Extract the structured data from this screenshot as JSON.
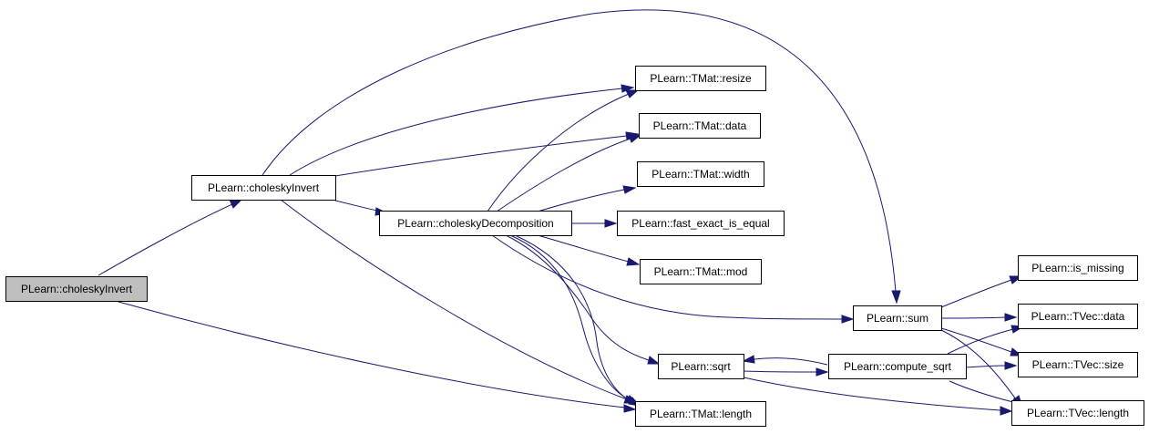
{
  "nodes": {
    "root": "PLearn::choleskyInvert",
    "invert2": "PLearn::choleskyInvert",
    "decomp": "PLearn::choleskyDecomposition",
    "resize": "PLearn::TMat::resize",
    "tmat_data": "PLearn::TMat::data",
    "tmat_width": "PLearn::TMat::width",
    "fast_eq": "PLearn::fast_exact_is_equal",
    "tmat_mod": "PLearn::TMat::mod",
    "tmat_length": "PLearn::TMat::length",
    "sum": "PLearn::sum",
    "sqrt": "PLearn::sqrt",
    "compute_sqrt": "PLearn::compute_sqrt",
    "is_missing": "PLearn::is_missing",
    "tvec_data": "PLearn::TVec::data",
    "tvec_size": "PLearn::TVec::size",
    "tvec_length": "PLearn::TVec::length"
  },
  "edges": [
    [
      "root",
      "invert2"
    ],
    [
      "root",
      "tmat_length"
    ],
    [
      "invert2",
      "decomp"
    ],
    [
      "invert2",
      "resize"
    ],
    [
      "invert2",
      "tmat_data"
    ],
    [
      "invert2",
      "sum"
    ],
    [
      "invert2",
      "tmat_length"
    ],
    [
      "decomp",
      "resize"
    ],
    [
      "decomp",
      "tmat_data"
    ],
    [
      "decomp",
      "tmat_width"
    ],
    [
      "decomp",
      "fast_eq"
    ],
    [
      "decomp",
      "tmat_mod"
    ],
    [
      "decomp",
      "sum"
    ],
    [
      "decomp",
      "sqrt"
    ],
    [
      "decomp",
      "tmat_length"
    ],
    [
      "sum",
      "is_missing"
    ],
    [
      "sum",
      "tvec_data"
    ],
    [
      "sum",
      "tvec_size"
    ],
    [
      "sum",
      "tvec_length"
    ],
    [
      "sqrt",
      "compute_sqrt"
    ],
    [
      "sqrt",
      "tvec_length"
    ],
    [
      "compute_sqrt",
      "sqrt"
    ],
    [
      "compute_sqrt",
      "tvec_data"
    ],
    [
      "compute_sqrt",
      "tvec_size"
    ],
    [
      "compute_sqrt",
      "tvec_length"
    ]
  ],
  "colors": {
    "edge": "#191970",
    "root_fill": "#bfbfbf",
    "node_fill": "#ffffff",
    "node_border": "#000000"
  }
}
